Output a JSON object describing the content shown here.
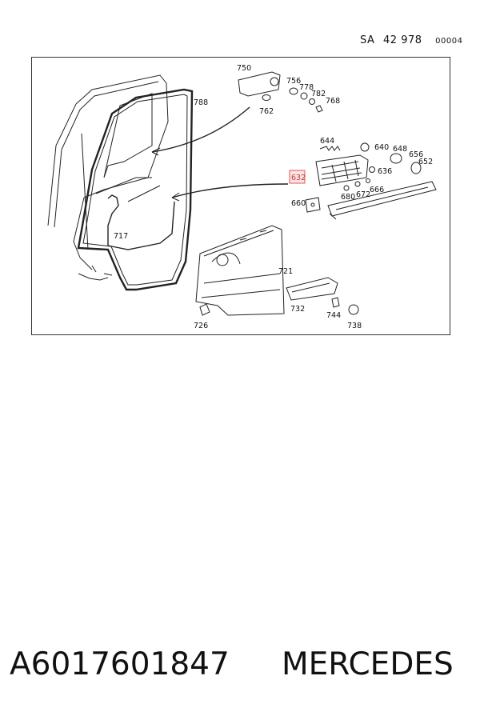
{
  "header": {
    "prefix": "SA",
    "code": "42 978",
    "sub": "00004"
  },
  "parts": [
    {
      "id": "p750",
      "label": "750"
    },
    {
      "id": "p756",
      "label": "756"
    },
    {
      "id": "p778",
      "label": "778"
    },
    {
      "id": "p782",
      "label": "782"
    },
    {
      "id": "p768",
      "label": "768"
    },
    {
      "id": "p762",
      "label": "762"
    },
    {
      "id": "p788",
      "label": "788"
    },
    {
      "id": "p644",
      "label": "644"
    },
    {
      "id": "p640",
      "label": "640"
    },
    {
      "id": "p648",
      "label": "648"
    },
    {
      "id": "p656",
      "label": "656"
    },
    {
      "id": "p652",
      "label": "652"
    },
    {
      "id": "p636",
      "label": "636"
    },
    {
      "id": "p632",
      "label": "632",
      "highlight": true
    },
    {
      "id": "p666",
      "label": "666"
    },
    {
      "id": "p672",
      "label": "672"
    },
    {
      "id": "p680",
      "label": "680"
    },
    {
      "id": "p660",
      "label": "660"
    },
    {
      "id": "p717",
      "label": "717"
    },
    {
      "id": "p721",
      "label": "721"
    },
    {
      "id": "p732",
      "label": "732"
    },
    {
      "id": "p744",
      "label": "744"
    },
    {
      "id": "p738",
      "label": "738"
    },
    {
      "id": "p726",
      "label": "726"
    }
  ],
  "highlight_color": "#e05a5a",
  "footer": {
    "part_number": "A6017601847",
    "brand": "MERCEDES"
  }
}
